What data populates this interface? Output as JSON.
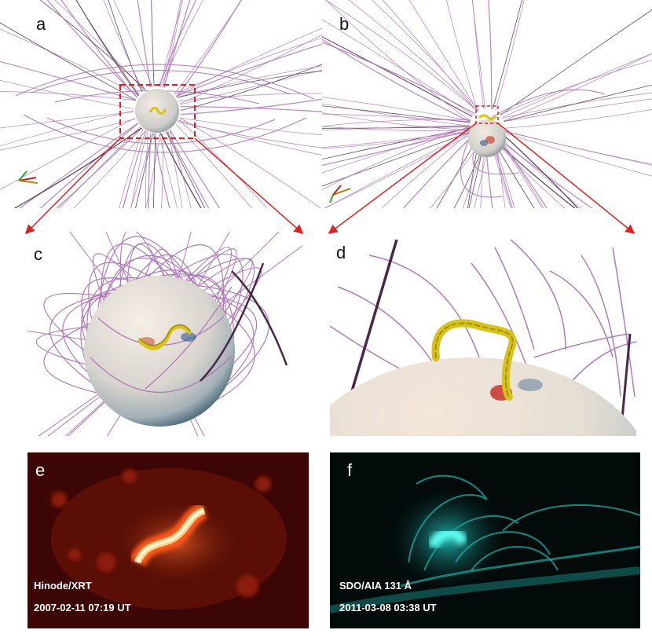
{
  "figure": {
    "panels": [
      {
        "letter": "a",
        "kind": "global-field-view"
      },
      {
        "letter": "b",
        "kind": "global-field-view"
      },
      {
        "letter": "c",
        "kind": "zoomed-sphere-view"
      },
      {
        "letter": "d",
        "kind": "zoomed-sphere-view"
      },
      {
        "letter": "e",
        "kind": "observation-image",
        "instrument": "Hinode/XRT",
        "timestamp": "2007-02-11 07:19 UT"
      },
      {
        "letter": "f",
        "kind": "observation-image",
        "instrument": "SDO/AIA 131 Å",
        "timestamp": "2011-03-08 03:38 UT"
      }
    ]
  },
  "colors": {
    "field_line": "#b07ab8",
    "field_line_dark": "#4a2748",
    "flux_rope": "#d9c21a",
    "zoom_box": "#e0201c",
    "xrt_background": "#3b0603",
    "xrt_bright": "#fff1c8",
    "aia_background": "#020a0a",
    "aia_bright": "#27d9d2"
  },
  "icons": [
    "coordinate-axes-icon"
  ]
}
